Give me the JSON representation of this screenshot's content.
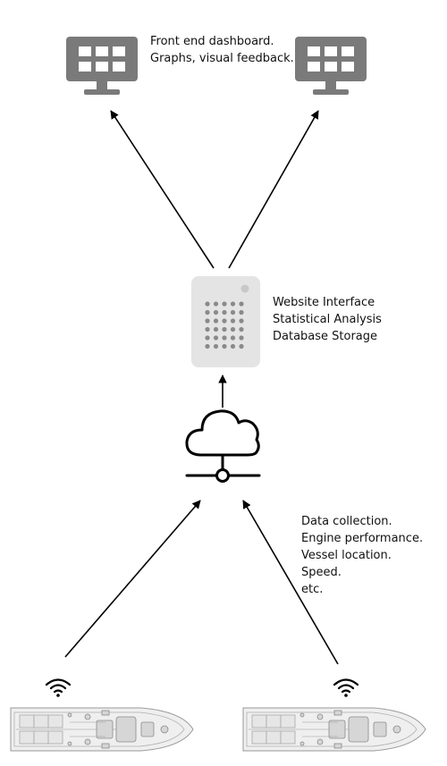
{
  "dashboard_label": {
    "line1": "Front end dashboard.",
    "line2": "Graphs, visual feedback."
  },
  "server_label": {
    "line1": "Website Interface",
    "line2": "Statistical Analysis",
    "line3": "Database Storage"
  },
  "data_label": {
    "line1": "Data collection.",
    "line2": "Engine performance.",
    "line3": "Vessel location.",
    "line4": "Speed.",
    "line5": "etc."
  },
  "icons": {
    "monitor": "monitor-icon",
    "server": "server-icon",
    "cloud": "cloud-network-icon",
    "wifi": "wifi-icon",
    "vessel": "vessel-icon"
  },
  "colors": {
    "monitor": "#7a7a7a",
    "server_body": "#e4e4e4",
    "server_dots": "#8a8a8a",
    "arrow": "#000000",
    "text": "#111111"
  }
}
